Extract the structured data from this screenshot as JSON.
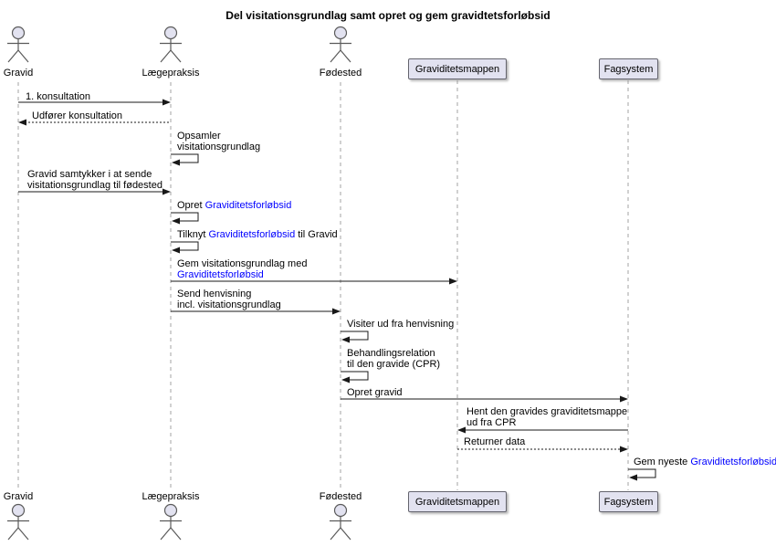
{
  "title": "Del visitationsgrundlag samt opret og gem gravidtetsforløbsid",
  "actors": [
    {
      "name": "Gravid"
    },
    {
      "name": "Lægepraksis"
    },
    {
      "name": "Fødested"
    }
  ],
  "participants": [
    {
      "name": "Graviditetsmappen"
    },
    {
      "name": "Fagsystem"
    }
  ],
  "messages": [
    {
      "from": "Gravid",
      "to": "Lægepraksis",
      "style": "solid",
      "text": "1. konsultation"
    },
    {
      "from": "Lægepraksis",
      "to": "Gravid",
      "style": "dashed",
      "text": "Udfører konsultation"
    },
    {
      "from": "Lægepraksis",
      "to": "Lægepraksis",
      "style": "self",
      "line1": "Opsamler",
      "line2": "visitationsgrundlag"
    },
    {
      "from": "Gravid",
      "to": "Lægepraksis",
      "style": "solid",
      "line1": "Gravid samtykker i at sende",
      "line2": "visitationsgrundlag til fødested"
    },
    {
      "from": "Lægepraksis",
      "to": "Lægepraksis",
      "style": "self",
      "prefix": "Opret ",
      "link": "Graviditetsforløbsid"
    },
    {
      "from": "Lægepraksis",
      "to": "Lægepraksis",
      "style": "self",
      "prefix": "Tilknyt ",
      "link": "Graviditetsforløbsid",
      "suffix": " til Gravid"
    },
    {
      "from": "Lægepraksis",
      "to": "Graviditetsmappen",
      "style": "solid",
      "line1": "Gem visitationsgrundlag med",
      "link": "Graviditetsforløbsid"
    },
    {
      "from": "Lægepraksis",
      "to": "Fødested",
      "style": "solid",
      "line1": "Send henvisning",
      "line2": "incl. visitationsgrundlag"
    },
    {
      "from": "Fødested",
      "to": "Fødested",
      "style": "self",
      "text": "Visiter ud fra henvisning"
    },
    {
      "from": "Fødested",
      "to": "Fødested",
      "style": "self",
      "line1": "Behandlingsrelation",
      "line2": "til den gravide (CPR)"
    },
    {
      "from": "Fødested",
      "to": "Fagsystem",
      "style": "solid",
      "text": "Opret gravid"
    },
    {
      "from": "Fagsystem",
      "to": "Graviditetsmappen",
      "style": "solid",
      "line1": "Hent den gravides graviditetsmappe",
      "line2": "ud fra CPR"
    },
    {
      "from": "Graviditetsmappen",
      "to": "Fagsystem",
      "style": "dashed",
      "text": "Returner data"
    },
    {
      "from": "Fagsystem",
      "to": "Fagsystem",
      "style": "self",
      "prefix": "Gem nyeste ",
      "link": "Graviditetsforløbsid"
    }
  ],
  "colors": {
    "participant_fill": "#e2e2f0",
    "participant_border": "#64646e",
    "arrow": "#181818",
    "lifeline": "#a3a3a3",
    "link": "#0000ff",
    "text": "#000000",
    "background": "#ffffff"
  }
}
